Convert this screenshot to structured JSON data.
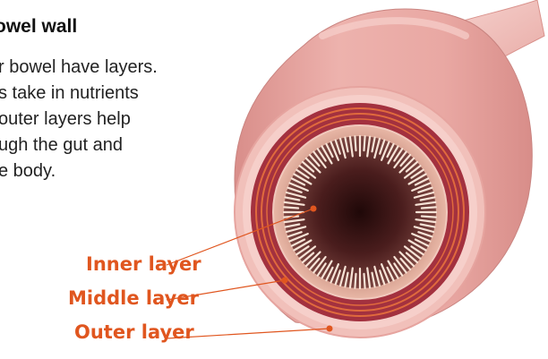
{
  "text": {
    "heading": "owel wall",
    "lines": [
      "r bowel have layers.",
      "s take in nutrients",
      "outer layers help",
      "ugh the gut and",
      "e body."
    ]
  },
  "labels": {
    "inner": "Inner layer",
    "middle": "Middle layer",
    "outer": "Outer layer"
  },
  "colors": {
    "label": "#e0561f",
    "outer_tube": "#e8a6a1",
    "outer_layer": "#f2c3bd",
    "muscle_band": "#a3313f",
    "muscle_stripe": "#e06a3d",
    "mucosa_ring": "#e8b7a6",
    "villi": "#f7e3d6",
    "lumen": "#3d1414"
  }
}
